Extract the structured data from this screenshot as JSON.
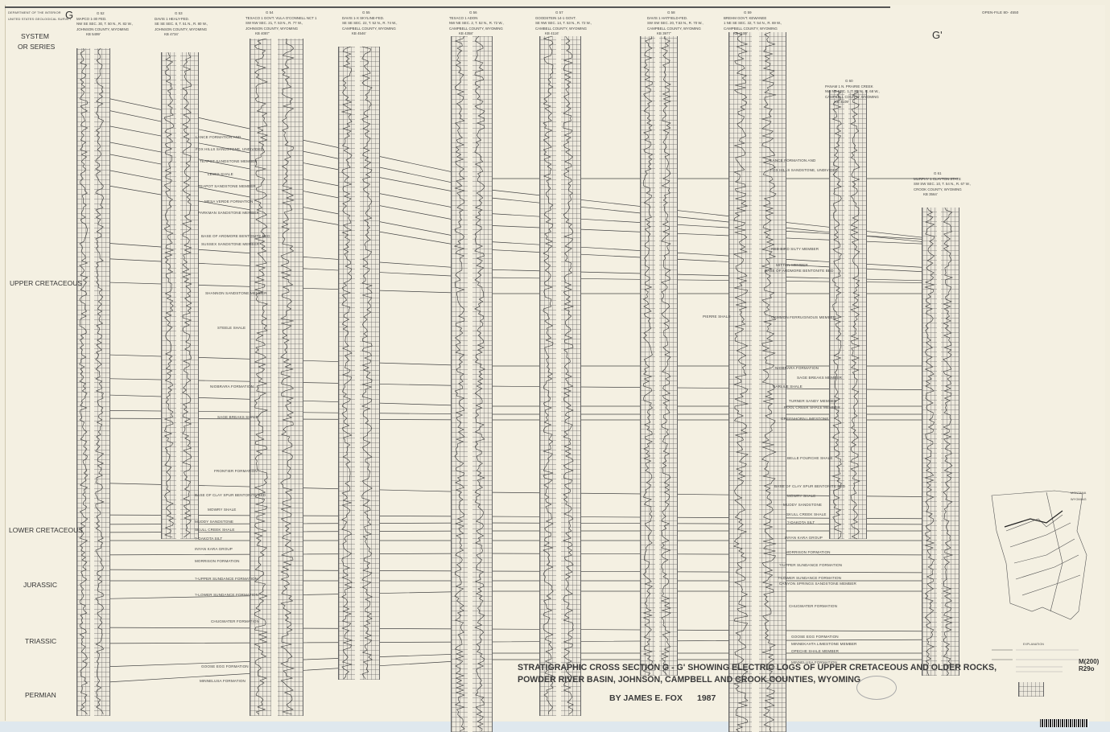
{
  "header": {
    "agency_line1": "DEPARTMENT OF THE INTERIOR",
    "agency_line2": "UNITED STATES GEOLOGICAL SURVEY",
    "open_file": "OPEN-FILE 80- 4550",
    "section_start": "G",
    "section_end": "G'",
    "system_label": "SYSTEM",
    "series_label": "OR SERIES"
  },
  "systems": [
    "UPPER CRETACEOUS",
    "LOWER CRETACEOUS",
    "JURASSIC",
    "TRIASSIC",
    "PERMIAN"
  ],
  "wells": [
    {
      "id": "G 52",
      "name": "MAPCO 1-30 FED.",
      "location": "NW SE SEC. 30, T. 50 N., R. 82 W.,",
      "county": "JOHNSON COUNTY, WYOMING",
      "kb": "KB 5499'"
    },
    {
      "id": "G 53",
      "name": "DAVIS 1 HEALY-FED.",
      "location": "SE SE SEC. 8, T. 51 N., R. 80 W.,",
      "county": "JOHNSON COUNTY, WYOMING",
      "kb": "KB 4734'"
    },
    {
      "id": "G 54",
      "name": "TEXACO 1 GOVT. VULA O'CONNELL NCT 1",
      "location": "SW NW SEC. 21, T. 53 N., R. 77 W.,",
      "county": "JOHNSON COUNTY, WYOMING",
      "kb": "KB 4087'"
    },
    {
      "id": "G 55",
      "name": "DAVIS 1-X SKYLINE-FED.",
      "location": "SE SE SEC. 22, T. 52 N., R. 74 W.,",
      "county": "CAMPBELL COUNTY, WYOMING",
      "kb": "KB 4546'"
    },
    {
      "id": "G 56",
      "name": "TEXACO 1 ADON",
      "location": "NW NE SEC. 2, T. 52 N., R. 72 W.,",
      "county": "CAMPBELL COUNTY, WYOMING",
      "kb": "KB 4358'"
    },
    {
      "id": "G 57",
      "name": "GOODSTEIN 14-1 GOVT.",
      "location": "SE NW SEC. 14, T. 53 N., R. 72 W.,",
      "county": "CAMBELL COUNTY, WYOMING",
      "kb": "KB 4116'"
    },
    {
      "id": "G 58",
      "name": "DAVIS 1 HATFIELD-FED.",
      "location": "SW SW SEC. 20, T.53 N., R. 70 W.,",
      "county": "CAMPBELL COUNTY, WYOMING",
      "kb": "KB 3977'"
    },
    {
      "id": "G 59",
      "name": "BREHM GOVT. KEWANEE",
      "location": "1 NE SE SEC. 32, T. 54 N., R. 69 W.,",
      "county": "CAMPBELL COUNTY, WYOMING",
      "kb": "KB 4100'"
    },
    {
      "id": "G 60",
      "name": "PANAM 1 N. PRAIRIE CREEK",
      "location": "NW NE SEC. 1, T. 54 N., R. 68 W.,",
      "county": "CAMPBELL COUNTY, WYOMING",
      "kb": "KB 4109'"
    },
    {
      "id": "G 61",
      "name": "MURPHY 1 CLAYTON STATE",
      "location": "SW SW SEC. 10, T. 54 N., R. 67 W.,",
      "county": "CROOK COUNTY, WYOMING",
      "kb": "KB 3564'"
    }
  ],
  "formations_west": [
    "LANCE FORMATION AND",
    "FOX HILLS SANDSTONE, UNDIVIDED",
    "TEAPOT SANDSTONE MEMBER",
    "LEWIS SHALE",
    "TEAPOT SANDSTONE MEMBER",
    "MESA VERDE FORMATION",
    "PARKMAN SANDSTONE MEMBER",
    "BASE OF ARDMORE BENTONITE BED",
    "SUSSEX SANDSTONE MEMBER",
    "SHANNON SANDSTONE MEMBER",
    "STEELE SHALE",
    "NIOBRARA FORMATION",
    "SAGE BREAKS SHALE",
    "FRONTIER FORMATION",
    "BASE OF CLAY SPUR BENTONITE BED",
    "MOWRY SHALE",
    "MUDDY SANDSTONE",
    "SKULL CREEK SHALE",
    "?-DAKOTA SILT",
    "INYAN KARA GROUP",
    "MORRISON FORMATION",
    "?-UPPER SUNDANCE FORMATION",
    "?-LOWER SUNDANCE FORMATION",
    "CHUGWATER FORMATION",
    "GOOSE EGG FORMATION",
    "MINNELUSA FORMATION"
  ],
  "formations_east": [
    "LANCE FORMATION AND",
    "FOX HILLS SANDSTONE, UNDIVIDED",
    "RED BIRD SILTY MEMBER",
    "MITTEN MEMBER",
    "BASE OF ARDMORE BENTONITE BED",
    "GAMMON FERRUGINOUS MEMBER",
    "PIERRE SHALE",
    "NIOBRARA FORMATION",
    "SAGE BREAKS MEMBER",
    "CARLILE SHALE",
    "TURNER SANDY MEMBER",
    "POOL CREEK SHALE MEMBER",
    "GREENHORN LIMESTONE",
    "BELLE FOURCHE SHALE",
    "BASE OF CLAY SPUR BENTONITE BED",
    "MOWRY SHALE",
    "MUDDY SANDSTONE",
    "SKULL CREEK SHALE",
    "?-DAKOTA SILT",
    "INYAN KARA GROUP",
    "MORRISON FORMATION",
    "?-UPPER SUNDANCE FORMATION",
    "?-LOWER SUNDANCE FORMATION",
    "CANYON SPRINGS SANDSTONE MEMBER",
    "CHUGWATER FORMATION",
    "GOOSE EGG FORMATION",
    "MINNEKAHTA LIMESTONE MEMBER",
    "OPECHE SHALE MEMBER",
    "MINNELUSA FORMATION"
  ],
  "map_labels": {
    "state1": "MONTANA",
    "state2": "WYOMING",
    "explanation": "EXPLANATION"
  },
  "title": {
    "line1": "STRATIGRAPHIC CROSS SECTION G - G' SHOWING ELECTRIC LOGS OF UPPER CRETACEOUS AND OLDER ROCKS,",
    "line2": "POWDER RIVER BASIN,  JOHNSON, CAMPBELL AND CROOK COUNTIES, WYOMING",
    "author": "BY JAMES E. FOX",
    "year": "1987"
  },
  "catalog": {
    "line1": "M(200)",
    "line2": "R29o"
  }
}
